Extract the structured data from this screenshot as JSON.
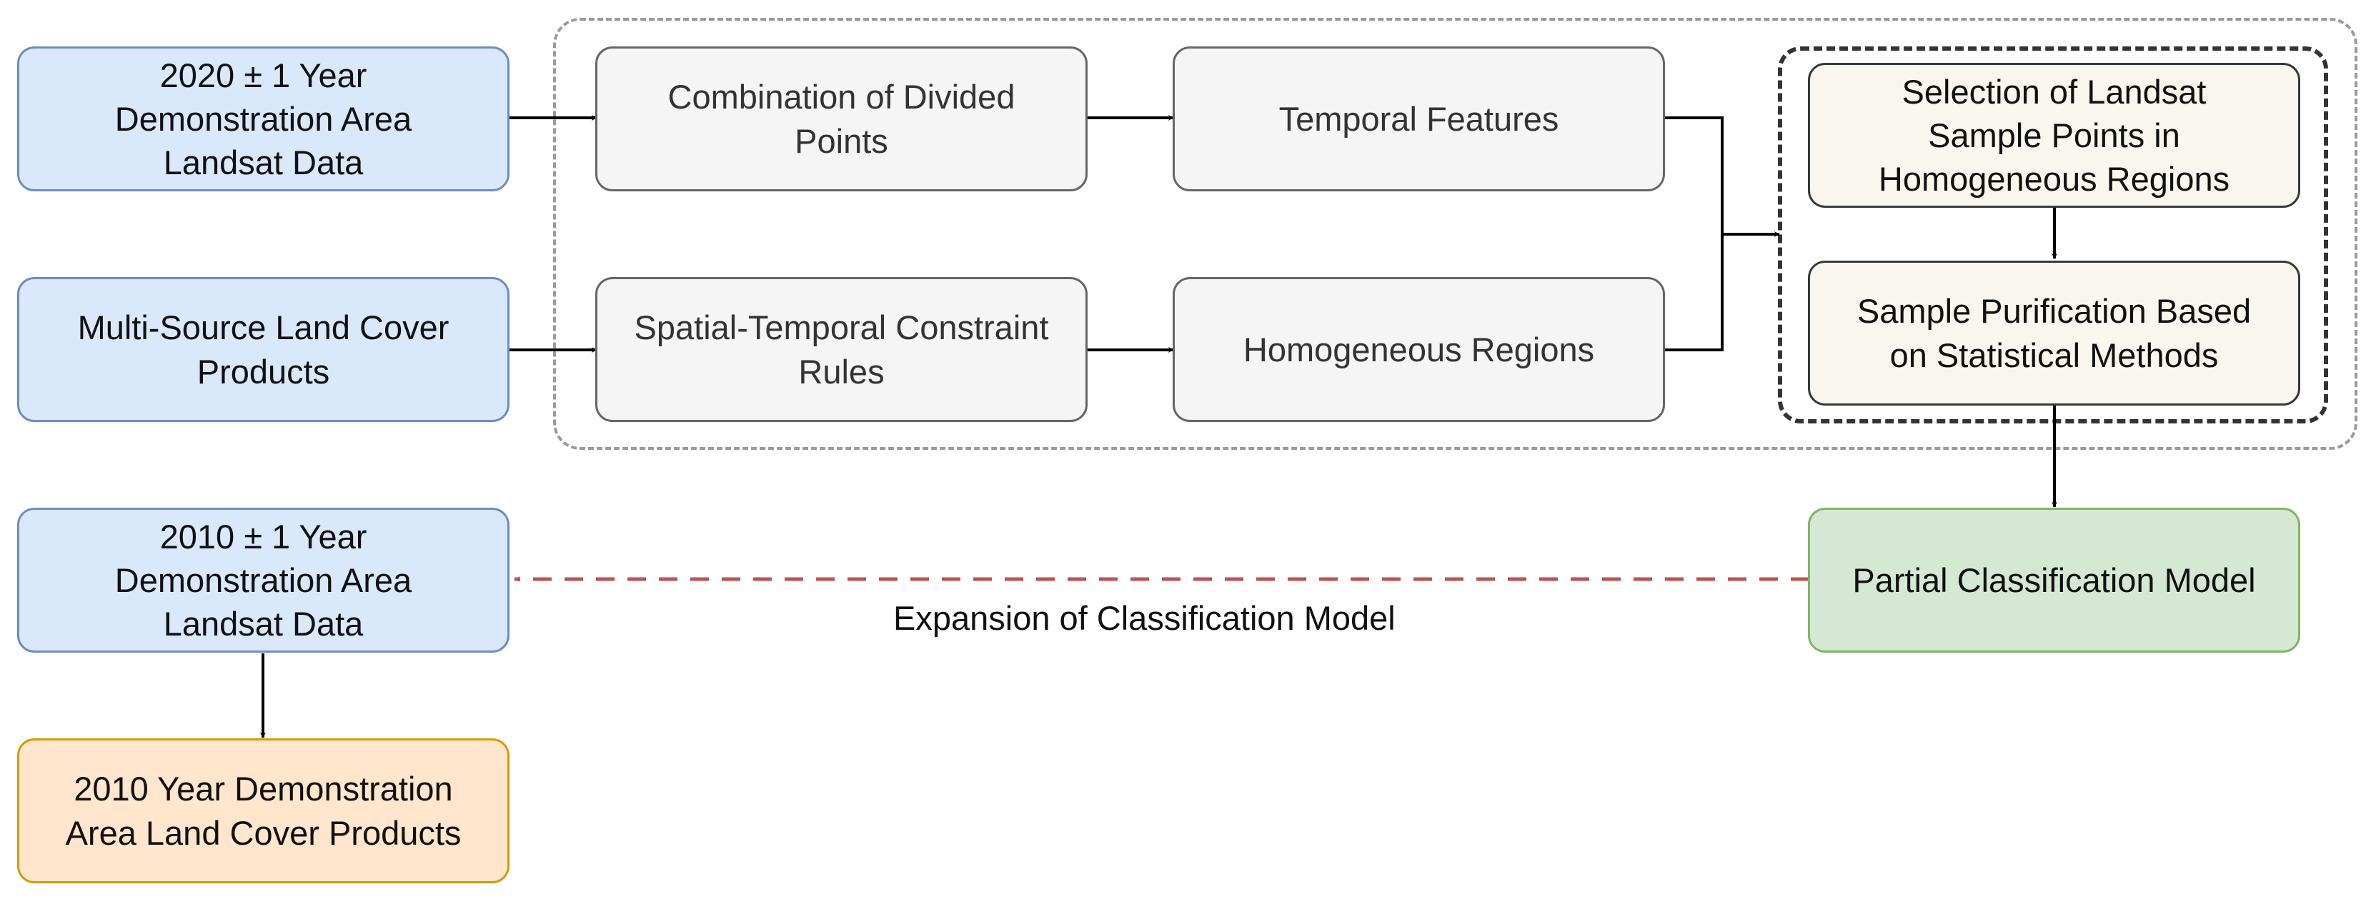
{
  "nodes": {
    "landsat_2020": [
      "2020 ± 1 Year",
      "Demonstration Area",
      "Landsat Data"
    ],
    "multi_source": [
      "Multi-Source Land Cover",
      "Products"
    ],
    "landsat_2010": [
      "2010 ± 1 Year",
      "Demonstration Area",
      "Landsat Data"
    ],
    "land_cover_2010": [
      "2010 Year Demonstration",
      "Area Land Cover Products"
    ],
    "combination": [
      "Combination of Divided",
      "Points"
    ],
    "temporal_features": [
      "Temporal Features"
    ],
    "spatial_temporal": [
      "Spatial-Temporal Constraint",
      "Rules"
    ],
    "homogeneous_regions": [
      "Homogeneous Regions"
    ],
    "selection_samples": [
      "Selection of Landsat",
      "Sample Points in",
      "Homogeneous Regions"
    ],
    "sample_purification": [
      "Sample Purification Based",
      "on Statistical Methods"
    ],
    "partial_model": [
      "Partial Classification Model"
    ]
  },
  "labels": {
    "expansion": "Expansion of Classification Model"
  },
  "colors": {
    "arrow": "#000000",
    "dashed_arrow": "#b85450"
  }
}
